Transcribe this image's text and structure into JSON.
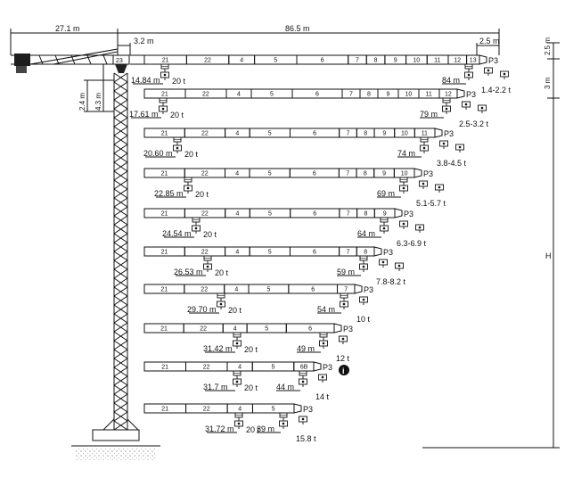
{
  "top_dims": {
    "counter_jib": "27.1 m",
    "jib": "86.5 m",
    "offset_left": "3.2 m",
    "offset_right": "2.5 m"
  },
  "right_dims": {
    "top": "2.5 m",
    "mid": "3 m",
    "height_label": "H"
  },
  "mast_dims": {
    "a": "2.4 m",
    "b": "4.3 m"
  },
  "jib_tag": "P3",
  "mast_top_section": "23",
  "rows": [
    {
      "segments": [
        "21",
        "22",
        "4",
        "5",
        "6",
        "7",
        "8",
        "9",
        "10",
        "11",
        "12",
        "13"
      ],
      "near_reach": "14.84 m",
      "near_load": "20 t",
      "tip_reach": "84 m",
      "tip_load": "1.4-2.2 t"
    },
    {
      "segments": [
        "21",
        "22",
        "4",
        "5",
        "6",
        "7",
        "8",
        "9",
        "10",
        "11",
        "12"
      ],
      "near_reach": "17.61 m",
      "near_load": "20 t",
      "tip_reach": "79 m",
      "tip_load": "2.5-3.2 t"
    },
    {
      "segments": [
        "21",
        "22",
        "4",
        "5",
        "6",
        "7",
        "8",
        "9",
        "10",
        "11"
      ],
      "near_reach": "20.60 m",
      "near_load": "20 t",
      "tip_reach": "74 m",
      "tip_load": "3.8-4.5 t"
    },
    {
      "segments": [
        "21",
        "22",
        "4",
        "5",
        "6",
        "7",
        "8",
        "9",
        "10"
      ],
      "near_reach": "22.85 m",
      "near_load": "20 t",
      "tip_reach": "69 m",
      "tip_load": "5.1-5.7 t"
    },
    {
      "segments": [
        "21",
        "22",
        "4",
        "5",
        "6",
        "7",
        "8",
        "9"
      ],
      "near_reach": "24.54 m",
      "near_load": "20 t",
      "tip_reach": "64 m",
      "tip_load": "6.3-6.9 t"
    },
    {
      "segments": [
        "21",
        "22",
        "4",
        "5",
        "6",
        "7",
        "8"
      ],
      "near_reach": "26.53 m",
      "near_load": "20 t",
      "tip_reach": "59 m",
      "tip_load": "7.8-8.2 t"
    },
    {
      "segments": [
        "21",
        "22",
        "4",
        "5",
        "6",
        "7"
      ],
      "near_reach": "29.70 m",
      "near_load": "20 t",
      "tip_reach": "54 m",
      "tip_load": "10 t"
    },
    {
      "segments": [
        "21",
        "22",
        "4",
        "5",
        "6"
      ],
      "near_reach": "31.42 m",
      "near_load": "20 t",
      "tip_reach": "49 m",
      "tip_load": "12 t"
    },
    {
      "segments": [
        "21",
        "22",
        "4",
        "5",
        "6B"
      ],
      "near_reach": "31.7 m",
      "near_load": "20 t",
      "tip_reach": "44 m",
      "tip_load": "14 t"
    },
    {
      "segments": [
        "21",
        "22",
        "4",
        "5"
      ],
      "near_reach": "31.72 m",
      "near_load": "20 t",
      "tip_reach": "39 m",
      "tip_load": "15.8 t"
    }
  ]
}
